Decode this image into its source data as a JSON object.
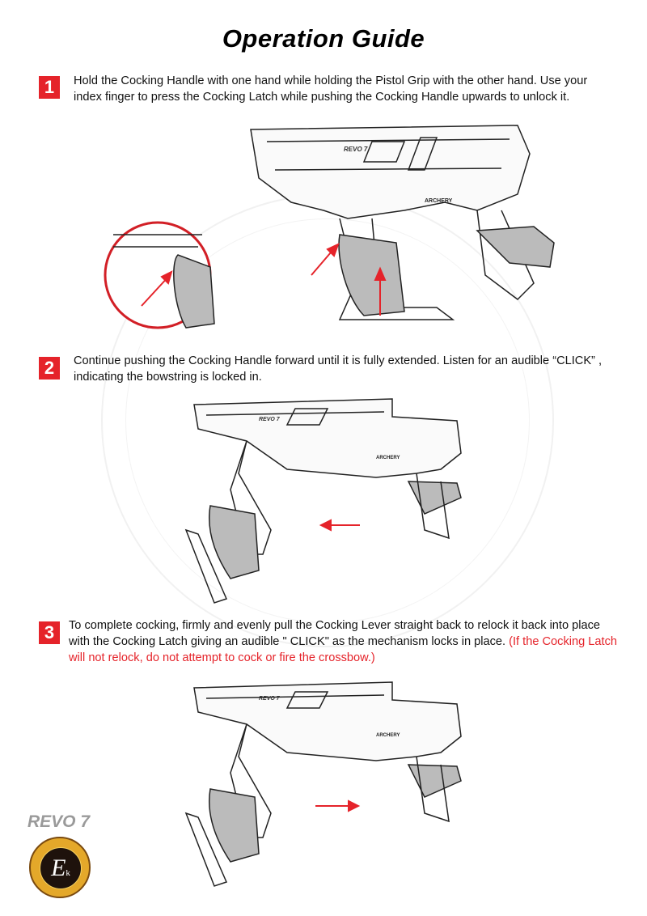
{
  "page": {
    "title": "Operation Guide",
    "steps": [
      {
        "number": "1",
        "text": "Hold the Cocking Handle with one hand while holding the Pistol Grip with the other hand. Use your index finger to press the Cocking Latch while pushing the Cocking Handle upwards to unlock it.",
        "warning": ""
      },
      {
        "number": "2",
        "text": "Continue pushing the Cocking Handle forward until it is fully extended. Listen for an audible “CLICK” , indicating the bowstring is locked in.",
        "warning": ""
      },
      {
        "number": "3",
        "text": "To complete cocking, firmly and evenly pull the Cocking Lever straight back to relock it back into place with the Cocking Latch giving an audible \" CLICK\" as the mechanism locks in place.",
        "warning": "(If the Cocking Latch will not relock, do not attempt to cock or fire the crossbow.)"
      }
    ],
    "illustration_labels": {
      "model": "REVO 7",
      "brand": "ARCHERY"
    },
    "footer": {
      "model": "REVO 7",
      "logo_text": "Ek"
    },
    "colors": {
      "accent": "#e5232a",
      "logo_gold": "#e4a82a"
    },
    "icons": [
      "arrow-up-icon",
      "arrow-left-icon",
      "arrow-right-icon"
    ]
  }
}
